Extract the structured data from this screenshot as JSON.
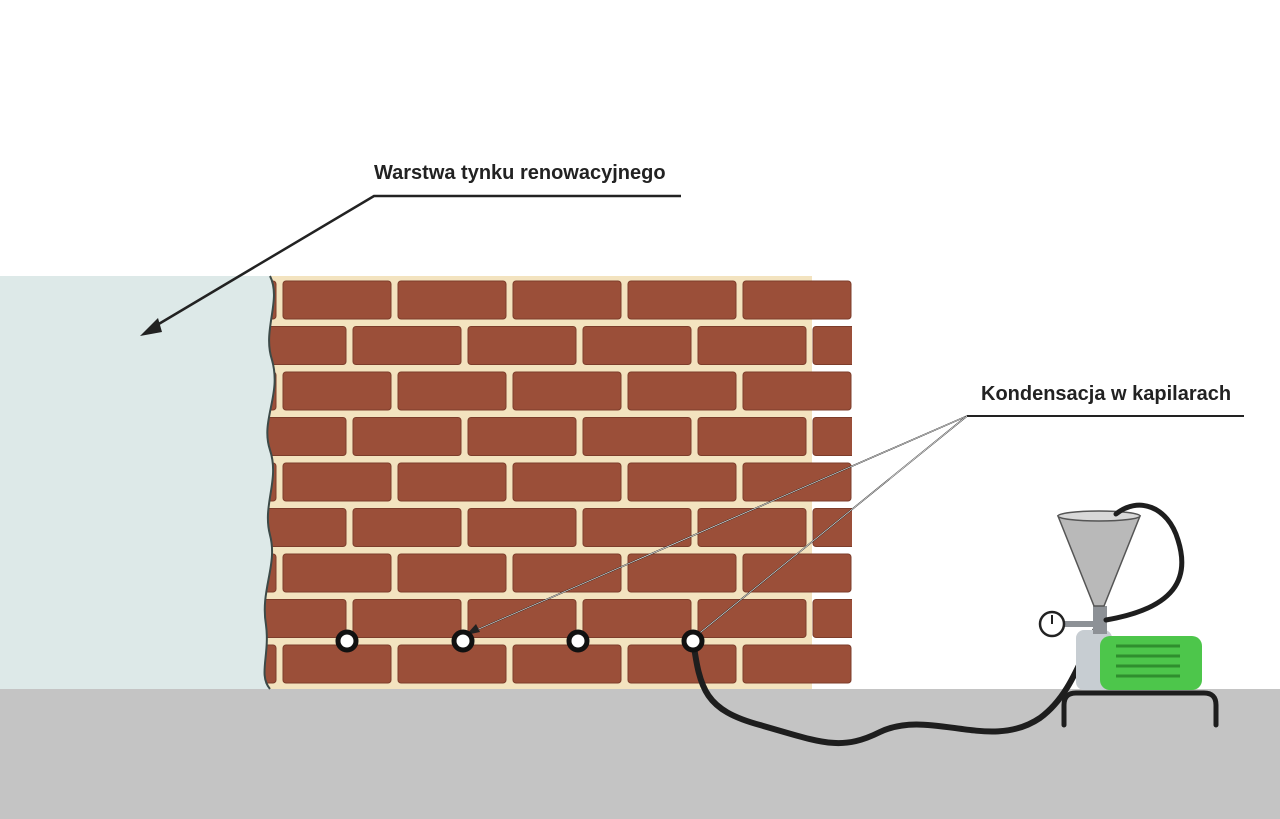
{
  "labels": {
    "plaster_layer": "Warstwa tynku renowacyjnego",
    "condensation": "Kondensacja w kapilarach"
  },
  "colors": {
    "background": "#ffffff",
    "ground": "#c4c4c4",
    "plaster": "#dde9e8",
    "mortar": "#f3e3bf",
    "brick": "#9b4f39",
    "brick_edge": "#7d3d2b",
    "leader_line": "#222222",
    "hose": "#1e1e1e",
    "hopper": "#b9b9b9",
    "motor": "#4dc64b",
    "motor_stripes": "#2f8f2e",
    "pump_body": "#c7cdd2",
    "frame": "#1e1e1e"
  },
  "injection_holes_count": 4
}
